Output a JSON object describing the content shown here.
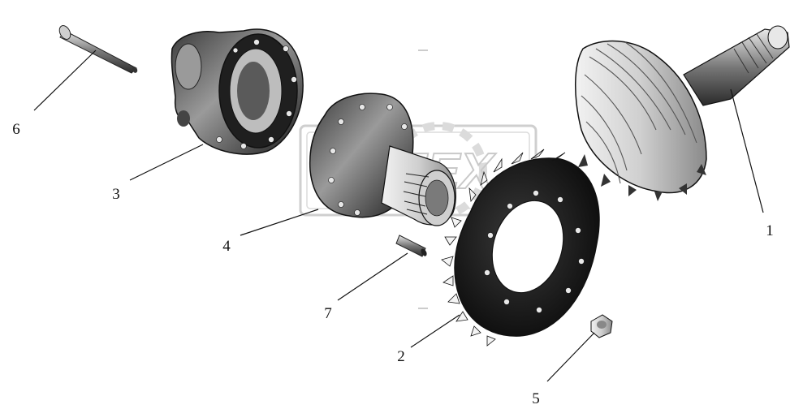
{
  "diagram": {
    "callouts": [
      {
        "id": "1",
        "label": "1",
        "part": "drive-pinion-shaft"
      },
      {
        "id": "2",
        "label": "2",
        "part": "bevel-ring-gear"
      },
      {
        "id": "3",
        "label": "3",
        "part": "differential-housing-left-half"
      },
      {
        "id": "4",
        "label": "4",
        "part": "differential-housing-right-half"
      },
      {
        "id": "5",
        "label": "5",
        "part": "nut"
      },
      {
        "id": "6",
        "label": "6",
        "part": "bolt"
      },
      {
        "id": "7",
        "label": "7",
        "part": "pin"
      }
    ],
    "watermark": "ЮГЕХ"
  },
  "colors": {
    "ink": "#111111",
    "metal_dark": "#1a1a1a",
    "metal_mid": "#6e6e6e",
    "metal_light": "#d8d8d8",
    "background": "#ffffff"
  }
}
